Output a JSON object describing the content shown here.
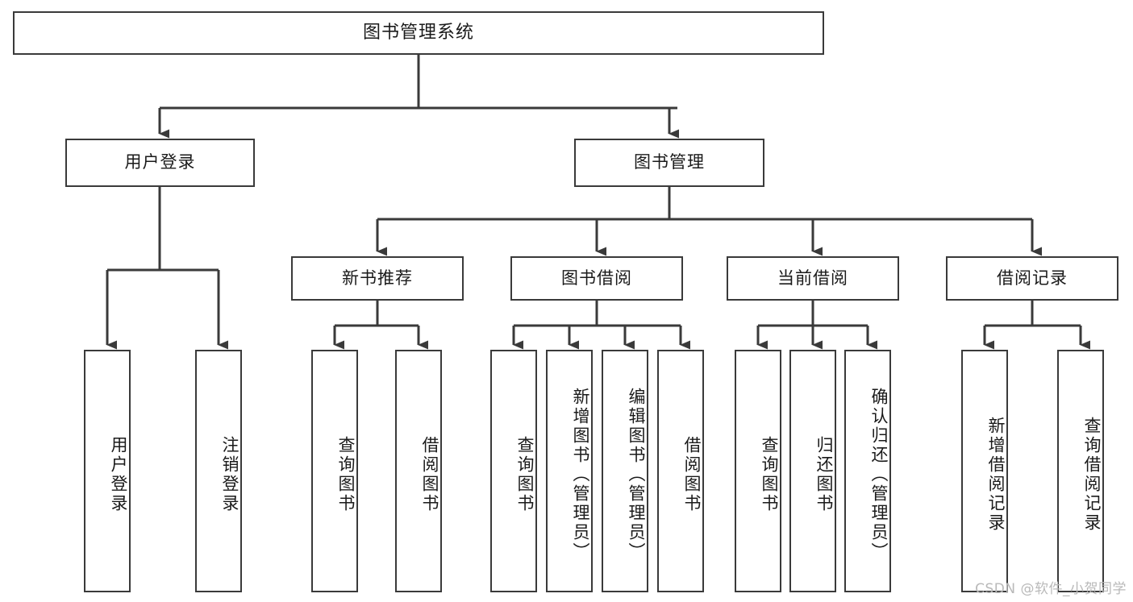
{
  "diagram": {
    "title": "图书管理系统",
    "type": "tree-hierarchy-chart",
    "root": {
      "label": "图书管理系统"
    },
    "level2": [
      {
        "label": "用户登录"
      },
      {
        "label": "图书管理"
      }
    ],
    "level3": [
      {
        "label": "新书推荐"
      },
      {
        "label": "图书借阅"
      },
      {
        "label": "当前借阅"
      },
      {
        "label": "借阅记录"
      }
    ],
    "leaves_user_login": [
      {
        "label": "用户登录"
      },
      {
        "label": "注销登录"
      }
    ],
    "leaves_new_book": [
      {
        "label": "查询图书"
      },
      {
        "label": "借阅图书"
      }
    ],
    "leaves_borrow": [
      {
        "label": "查询图书"
      },
      {
        "label": "新增图书（管理员）"
      },
      {
        "label": "编辑图书（管理员）"
      },
      {
        "label": "借阅图书"
      }
    ],
    "leaves_current": [
      {
        "label": "查询图书"
      },
      {
        "label": "归还图书"
      },
      {
        "label": "确认归还（管理员）"
      }
    ],
    "leaves_records": [
      {
        "label": "新增借阅记录"
      },
      {
        "label": "查询借阅记录"
      }
    ]
  },
  "watermark": {
    "text": "CSDN @软件_小贺同学"
  },
  "colors": {
    "background": "#ffffff",
    "node_border": "#3a3a3a",
    "node_fill": "#ffffff",
    "edge": "#3a3a3a",
    "text": "#1a1a1a",
    "watermark": "#b9b9b9"
  }
}
